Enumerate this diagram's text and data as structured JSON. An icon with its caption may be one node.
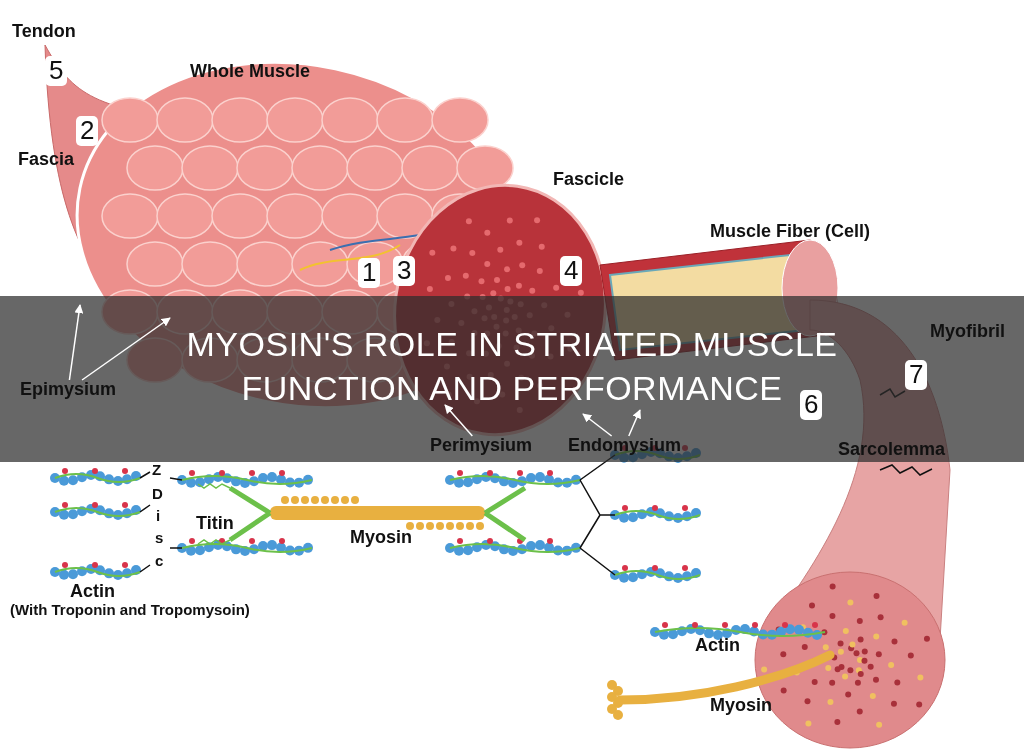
{
  "diagram": {
    "title": "MYOSIN'S ROLE IN STRIATED MUSCLE FUNCTION AND PERFORMANCE",
    "nodes": [
      {
        "text": [
          "Epimysium"
        ]
      },
      {
        "text": [
          "Perimysium"
        ]
      },
      {
        "text": [
          "Endomysium"
        ]
      }
    ],
    "edges": [
      {
        "from": 0,
        "to": null,
        "arrow": "to"
      },
      {
        "from": 0,
        "to": null,
        "arrow": "to"
      },
      {
        "from": 1,
        "to": null,
        "arrow": "to"
      },
      {
        "from": 2,
        "to": null,
        "arrow": "to"
      },
      {
        "from": 2,
        "to": null,
        "arrow": "to"
      }
    ],
    "labels": [
      "Tendon",
      "5",
      "Whole Muscle",
      "2",
      "Fascia",
      "Fascicle",
      "1",
      "Muscle Fiber (Cell)",
      "3",
      "4",
      "7",
      "Myofibril",
      "6",
      "Sarcolemma",
      "Z",
      "D",
      "i",
      "s",
      "c",
      "Titin",
      "Myosin",
      "Actin",
      "(With Troponin and Tropomysoin)",
      "Actin",
      "Myosin"
    ]
  }
}
